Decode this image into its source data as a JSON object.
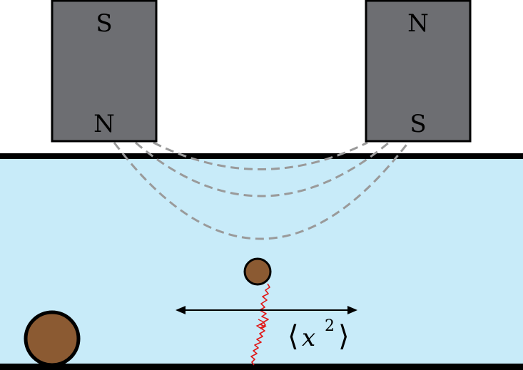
{
  "colors": {
    "fluid": "#c8ebf9",
    "magnet_fill": "#6d6e72",
    "magnet_stroke": "#000000",
    "wall": "#000000",
    "field_line": "#9a9a9a",
    "particle": "#8b5a32",
    "trajectory": "#e01818"
  },
  "magnets": {
    "left": {
      "top_pole": "S",
      "bottom_pole": "N"
    },
    "right": {
      "top_pole": "N",
      "bottom_pole": "S"
    }
  },
  "annotation": {
    "left_bracket": "⟨",
    "variable": "x",
    "exponent": "2",
    "right_bracket": "⟩"
  }
}
